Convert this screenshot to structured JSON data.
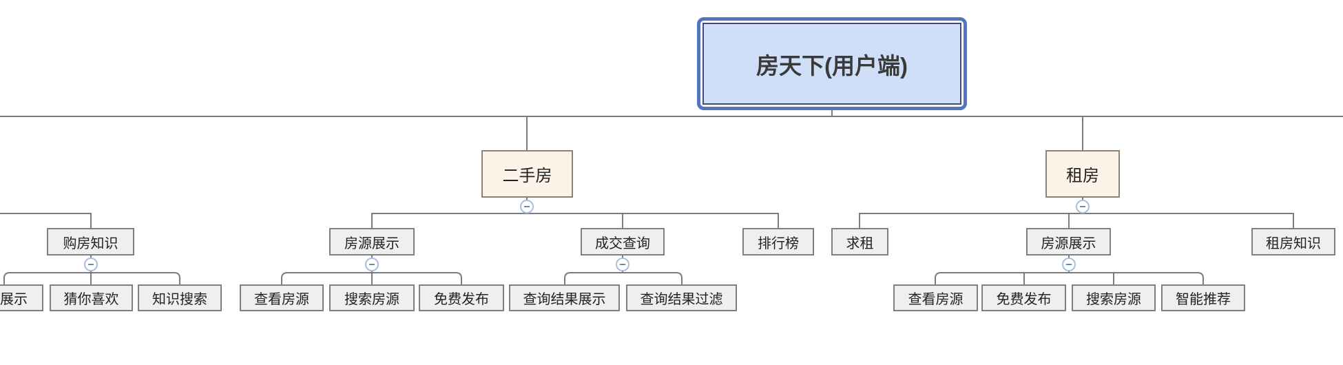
{
  "tree": {
    "root": {
      "label": "房天下(用户端)"
    },
    "left_branch": {
      "knowledge": {
        "label": "购房知识",
        "children": {
          "display": {
            "label": "展示"
          },
          "guess": {
            "label": "猜你喜欢"
          },
          "search": {
            "label": "知识搜索"
          }
        }
      }
    },
    "secondhand": {
      "label": "二手房",
      "children": {
        "listing": {
          "label": "房源展示",
          "children": {
            "view": {
              "label": "查看房源"
            },
            "search": {
              "label": "搜索房源"
            },
            "publish": {
              "label": "免费发布"
            }
          }
        },
        "deal_query": {
          "label": "成交查询",
          "children": {
            "result_display": {
              "label": "查询结果展示"
            },
            "result_filter": {
              "label": "查询结果过滤"
            }
          }
        },
        "ranking": {
          "label": "排行榜"
        }
      }
    },
    "rent": {
      "label": "租房",
      "children": {
        "seek": {
          "label": "求租"
        },
        "listing": {
          "label": "房源展示",
          "children": {
            "view": {
              "label": "查看房源"
            },
            "publish": {
              "label": "免费发布"
            },
            "search": {
              "label": "搜索房源"
            },
            "smart": {
              "label": "智能推荐"
            }
          }
        },
        "knowledge": {
          "label": "租房知识"
        }
      }
    }
  },
  "icons": {
    "collapse": "minus-in-circle"
  },
  "colors": {
    "root_selection_border": "#5474bd",
    "root_topic_border": "#3c4b7c",
    "root_fill": "#cfdff7",
    "branch_fill": "#fdf3e8",
    "branch_border": "#8a8177",
    "node_fill": "#efefef",
    "node_border": "#7f7f7f",
    "connector": "#7b7b7b",
    "collapse_circle": "#a6bfe2",
    "collapse_glyph": "#7189b0",
    "text": "#222222"
  }
}
